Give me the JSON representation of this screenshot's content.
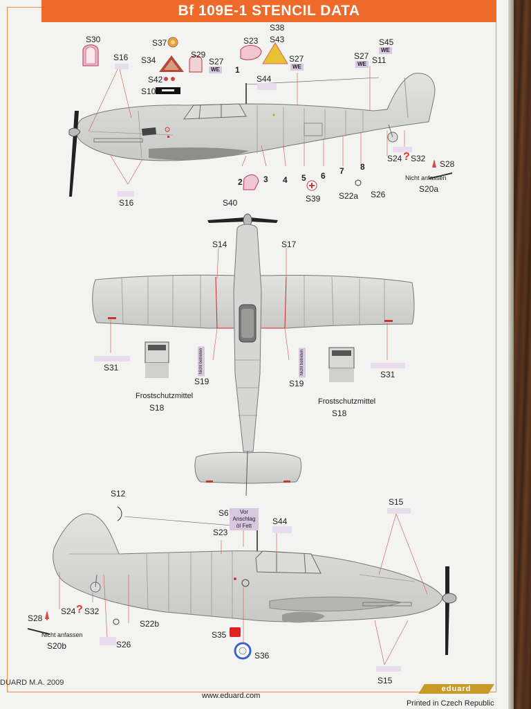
{
  "title": "Bf 109E-1 STENCIL DATA",
  "footer": {
    "copyright": "DUARD M.A. 2009",
    "url": "www.eduard.com",
    "printed": "Printed in Czech Republic",
    "logo": "eduard"
  },
  "side_view_top": {
    "labels": {
      "s30": "S30",
      "s16a": "S16",
      "s37": "S37",
      "s34": "S34",
      "s29": "S29",
      "s27a": "S27",
      "s23": "S23",
      "s38": "S38",
      "s43": "S43",
      "s27b": "S27",
      "s27c": "S27",
      "s45": "S45",
      "s11": "S11",
      "s42": "S42",
      "s10": "S10",
      "s44": "S44",
      "s24": "S24",
      "s32": "S32",
      "s28": "S28",
      "s16b": "S16",
      "s40": "S40",
      "s39": "S39",
      "s22a": "S22a",
      "s26": "S26",
      "s20a": "S20a",
      "nicht_anfassen": "Nicht anfassen",
      "we": "WE",
      "qmark": "?"
    },
    "numbers": [
      "1",
      "2",
      "3",
      "4",
      "5",
      "6",
      "7",
      "8"
    ]
  },
  "top_view": {
    "labels": {
      "s14": "S14",
      "s17": "S17",
      "s31a": "S31",
      "s31b": "S31",
      "s19a": "S19",
      "s19b": "S19",
      "s18a": "S18",
      "s18b": "S18",
      "frost_a": "Frostschutzmittel",
      "frost_b": "Frostschutzmittel",
      "nicht_betreten_a": "Nicht betreten",
      "nicht_betreten_b": "Nicht betreten"
    }
  },
  "side_view_bottom": {
    "labels": {
      "s12": "S12",
      "s6": "S6",
      "s44": "S44",
      "s15a": "S15",
      "s15b": "S15",
      "s23": "S23",
      "s28": "S28",
      "s24": "S24",
      "s32": "S32",
      "s22b": "S22b",
      "s20b": "S20b",
      "s26": "S26",
      "s35": "S35",
      "s36": "S36",
      "nicht_anfassen": "Nicht anfassen",
      "vor_anschlag": "Vor Anschlag öl Fett",
      "qmark": "?"
    }
  }
}
